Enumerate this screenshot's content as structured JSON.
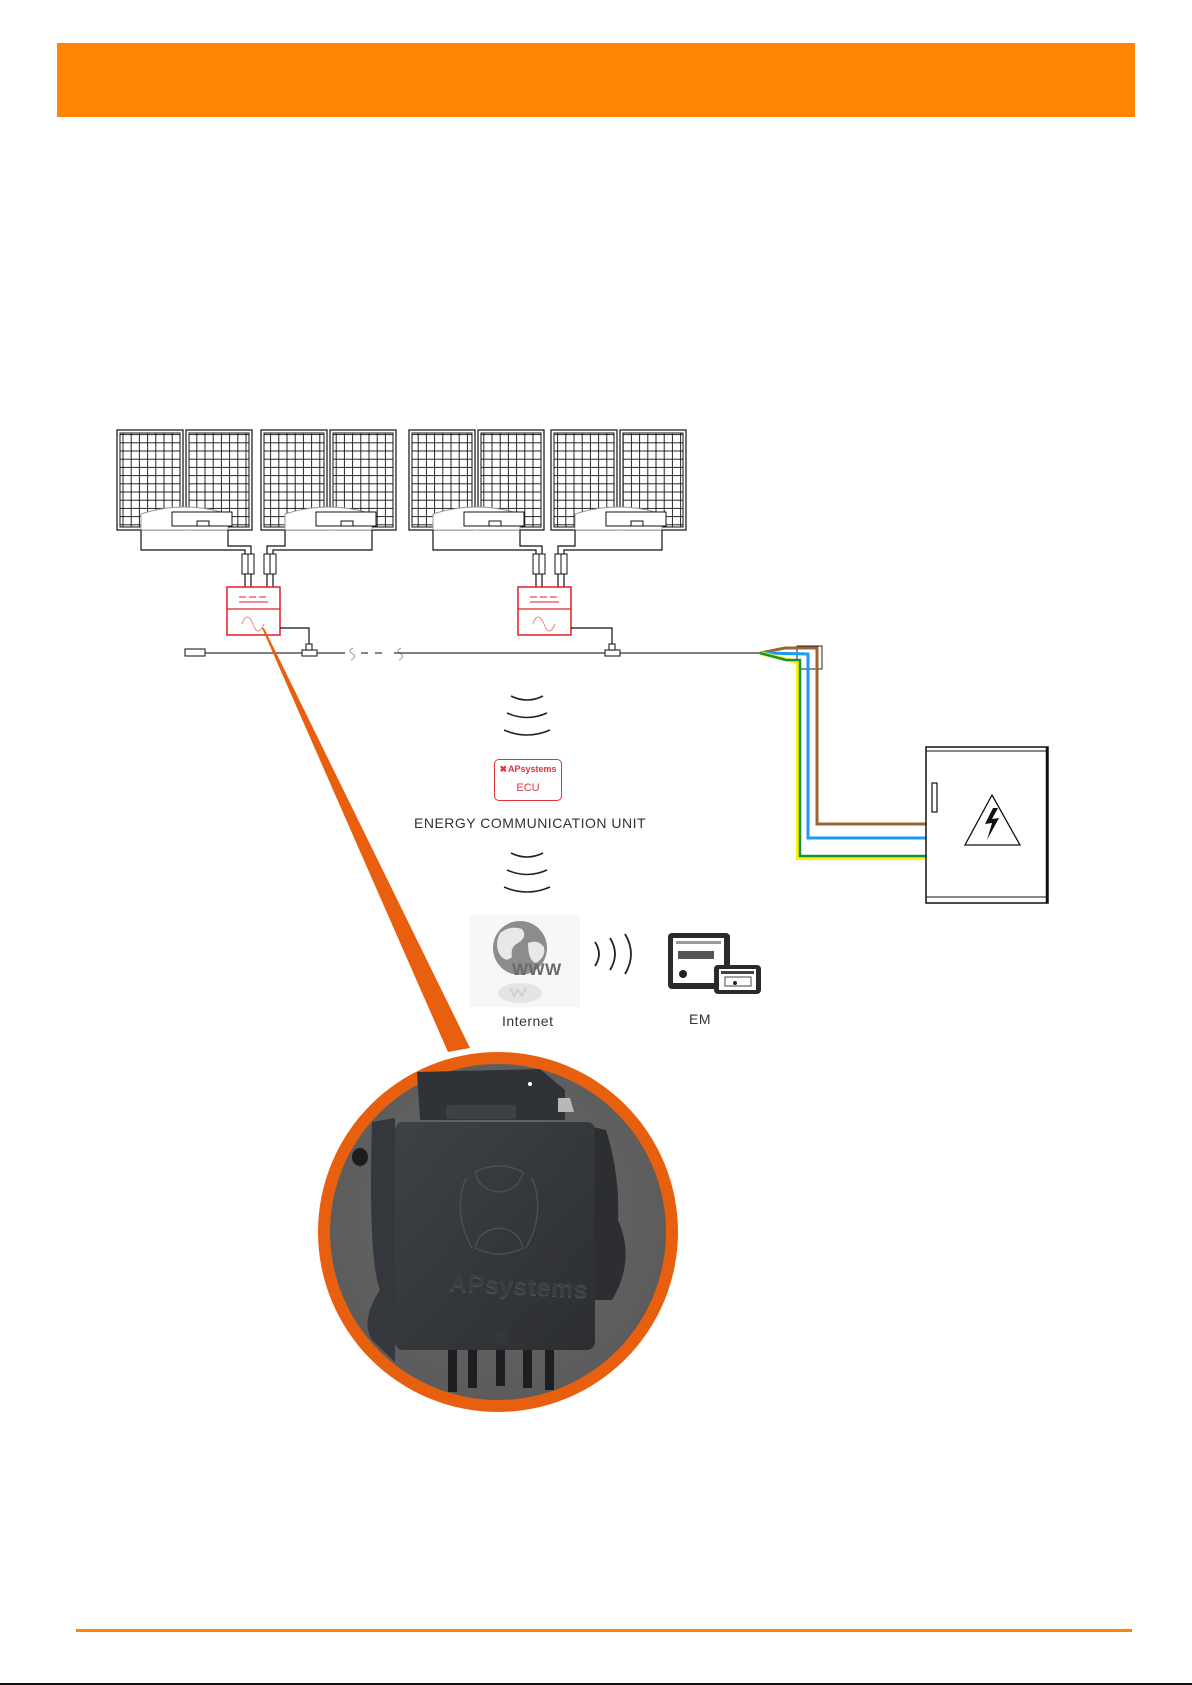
{
  "page": {
    "accent_color": "#FF8605",
    "lens_color": "#E8600F"
  },
  "diagram": {
    "components": {
      "pv_module_icon": "solar-panel-icon",
      "microinverter_icon": "microinverter-icon",
      "ac_bus_icon": "ac-trunk-cable-icon",
      "distribution_box_icon": "distribution-box-icon",
      "hazard_icon": "high-voltage-warning-icon",
      "wireless_icon": "wireless-signal-icon",
      "internet_icon": "globe-www-icon",
      "em_icon": "tablet-phone-icon"
    },
    "wire_colors": {
      "live": "#9B6432",
      "neutral": "#1E9BF0",
      "earth_green": "#16923F",
      "earth_yellow": "#FFF200",
      "inverter": "#E31E24"
    },
    "ecu": {
      "brand": "APsystems",
      "badge": "ECU",
      "label": "ENERGY COMMUNICATION UNIT"
    },
    "internet_label": "Internet",
    "em_label": "EM",
    "inverter_photo": {
      "brand": "APsystems"
    }
  }
}
